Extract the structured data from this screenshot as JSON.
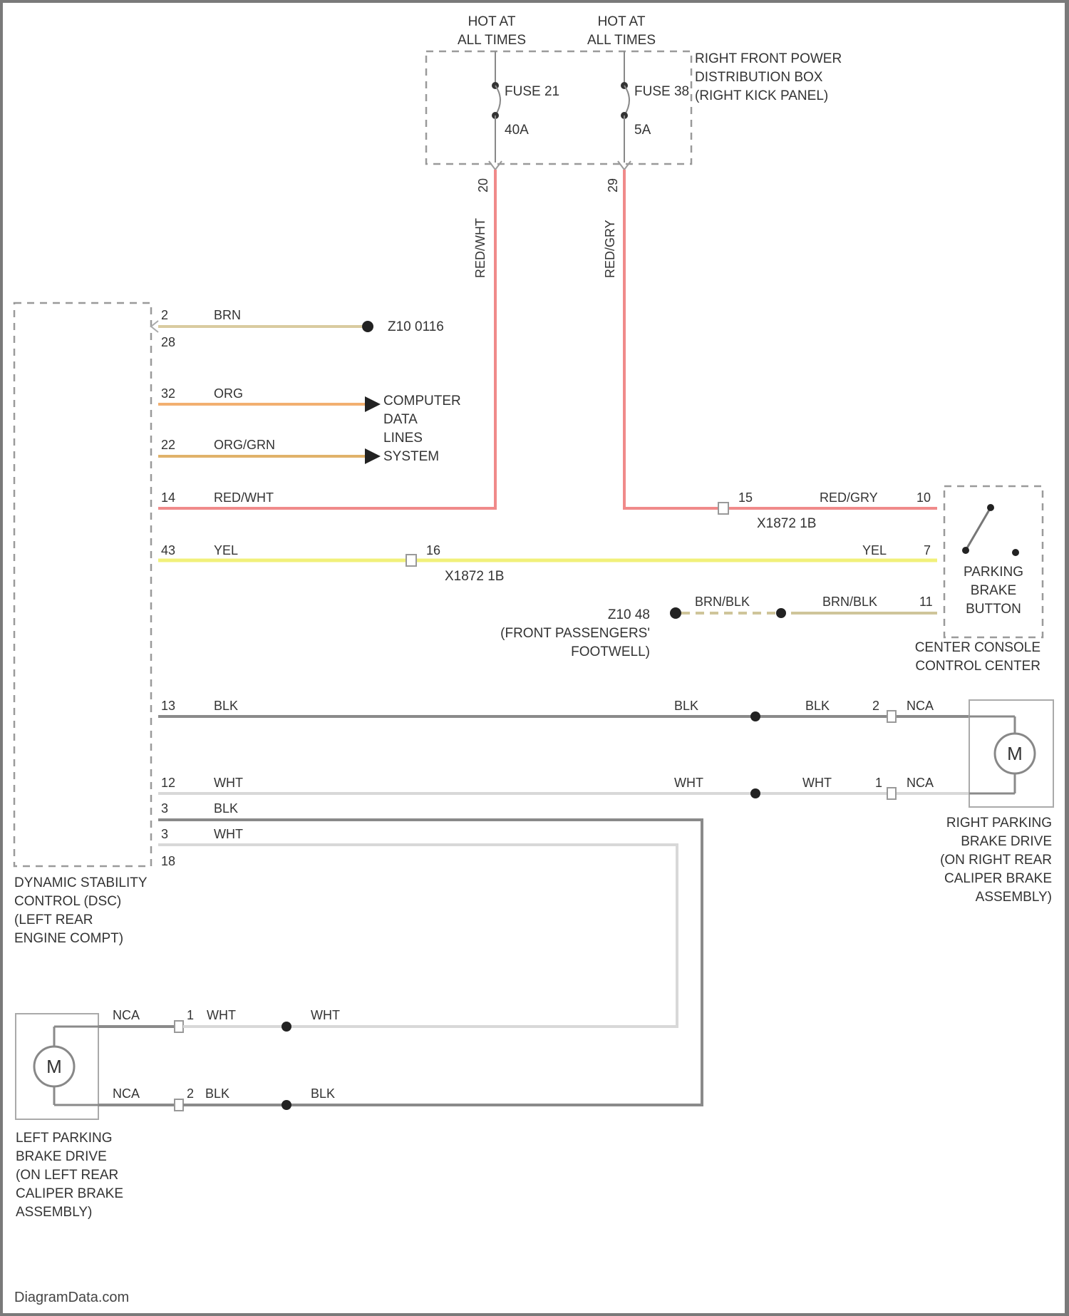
{
  "fuse_box": {
    "hot1": [
      "HOT AT",
      "ALL TIMES"
    ],
    "hot2": [
      "HOT AT",
      "ALL TIMES"
    ],
    "name": [
      "RIGHT FRONT POWER",
      "DISTRIBUTION BOX",
      "(RIGHT KICK PANEL)"
    ],
    "fuse21": "FUSE 21",
    "fuse21_rating": "40A",
    "fuse38": "FUSE 38",
    "fuse38_rating": "5A",
    "term_left": "20",
    "term_right": "29",
    "wire_left": "RED/WHT",
    "wire_right": "RED/GRY"
  },
  "dsc": {
    "name": [
      "DYNAMIC STABILITY",
      "CONTROL (DSC)",
      "(LEFT REAR",
      "ENGINE COMPT)"
    ],
    "pins": {
      "p2": "2",
      "p28": "28",
      "p32": "32",
      "p22": "22",
      "p14": "14",
      "p43": "43",
      "p13": "13",
      "p12": "12",
      "p3a": "3",
      "p3b": "3",
      "p18": "18"
    }
  },
  "wires": {
    "brn": "BRN",
    "z10": "Z10 0116",
    "org": "ORG",
    "org_grn": "ORG/GRN",
    "cds": [
      "COMPUTER",
      "DATA",
      "LINES",
      "SYSTEM"
    ],
    "red_wht": "RED/WHT",
    "yel": "YEL",
    "yel_pin16": "16",
    "yel_conn": "X1872 1B",
    "yel_end": "YEL",
    "yel_pin7": "7",
    "red_gry_pin15": "15",
    "red_gry": "RED/GRY",
    "red_gry_pin10": "10",
    "red_gry_conn": "X1872 1B",
    "z10_48": "Z10 48",
    "z10_48_loc": [
      "(FRONT PASSENGERS'",
      "FOOTWELL)"
    ],
    "brn_blk1": "BRN/BLK",
    "brn_blk2": "BRN/BLK",
    "pin11": "11",
    "blk1": "BLK",
    "blk2": "BLK",
    "blk3": "BLK",
    "wht1": "WHT",
    "wht2": "WHT",
    "wht3": "WHT",
    "blk_dsc3": "BLK",
    "wht_dsc3": "WHT",
    "rpin2": "2",
    "rpin1": "1",
    "nca1": "NCA",
    "nca2": "NCA",
    "lpin1": "1",
    "lpin2": "2",
    "lnca1": "NCA",
    "lnca2": "NCA",
    "lwht1": "WHT",
    "lwht2": "WHT",
    "lblk1": "BLK",
    "lblk2": "BLK"
  },
  "parking_button": {
    "name": [
      "PARKING",
      "BRAKE",
      "BUTTON"
    ],
    "console": [
      "CENTER CONSOLE",
      "CONTROL CENTER"
    ]
  },
  "right_drive": {
    "motor": "M",
    "name": [
      "RIGHT PARKING",
      "BRAKE DRIVE",
      "(ON RIGHT REAR",
      "CALIPER BRAKE",
      "ASSEMBLY)"
    ]
  },
  "left_drive": {
    "motor": "M",
    "name": [
      "LEFT PARKING",
      "BRAKE DRIVE",
      "(ON LEFT REAR",
      "CALIPER BRAKE",
      "ASSEMBLY)"
    ]
  },
  "footer": "DiagramData.com",
  "colors": {
    "red": "#f08a8a",
    "brn": "#d9cba0",
    "org": "#f2b070",
    "org_grn": "#e0b26a",
    "yel": "#f1f07a",
    "blk": "#8a8a8a",
    "wht": "#d8d8d8",
    "brn_blk": "#cfc59a",
    "dash": "#9a9a9a"
  }
}
